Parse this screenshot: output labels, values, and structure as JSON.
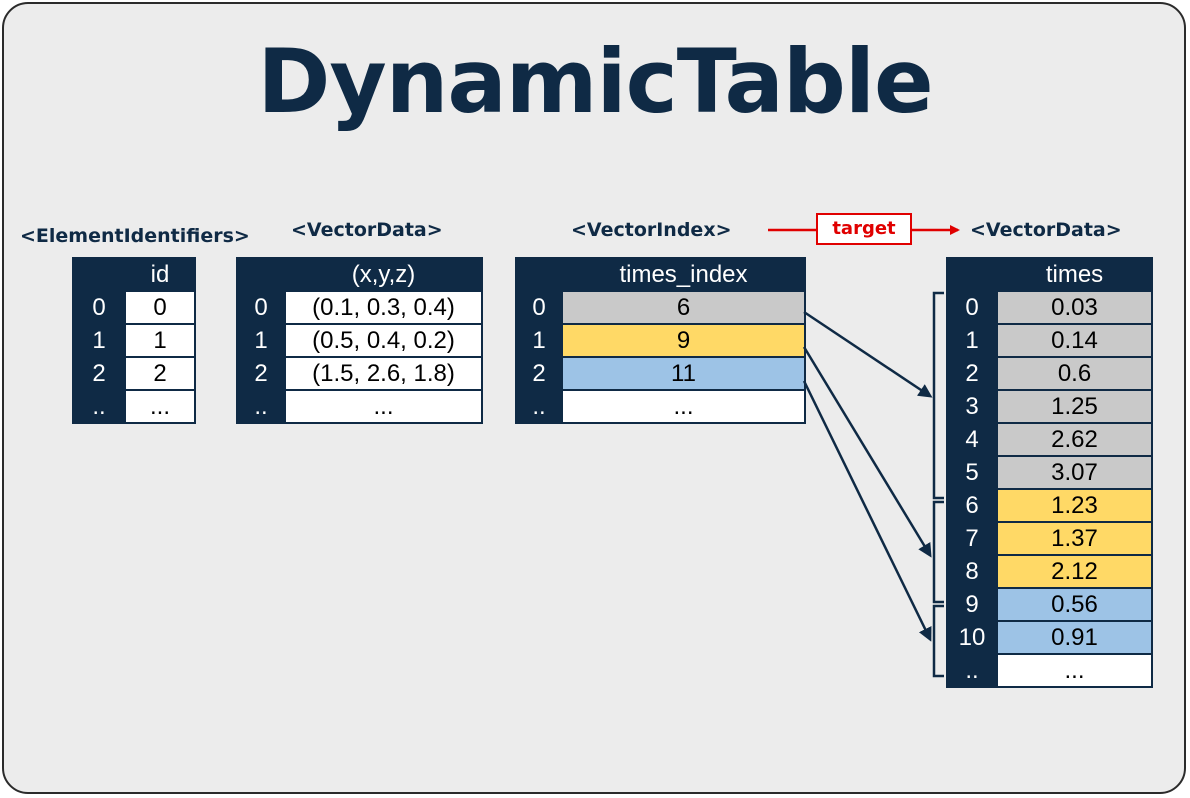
{
  "title": "DynamicTable",
  "element_ids": {
    "label": "<ElementIdentifiers>",
    "header": "id",
    "rows": [
      {
        "index": "0",
        "value": "0"
      },
      {
        "index": "1",
        "value": "1"
      },
      {
        "index": "2",
        "value": "2"
      },
      {
        "index": "..",
        "value": "..."
      }
    ]
  },
  "vector_data_xyz": {
    "label": "<VectorData>",
    "header": "(x,y,z)",
    "rows": [
      {
        "index": "0",
        "value": "(0.1, 0.3, 0.4)"
      },
      {
        "index": "1",
        "value": "(0.5, 0.4, 0.2)"
      },
      {
        "index": "2",
        "value": "(1.5, 2.6, 1.8)"
      },
      {
        "index": "..",
        "value": "..."
      }
    ]
  },
  "vector_index": {
    "label": "<VectorIndex>",
    "header": "times_index",
    "rows": [
      {
        "index": "0",
        "value": "6"
      },
      {
        "index": "1",
        "value": "9"
      },
      {
        "index": "2",
        "value": "11"
      },
      {
        "index": "..",
        "value": "..."
      }
    ]
  },
  "target_label": "target",
  "vector_data_times": {
    "label": "<VectorData>",
    "header": "times",
    "rows": [
      {
        "index": "0",
        "value": "0.03"
      },
      {
        "index": "1",
        "value": "0.14"
      },
      {
        "index": "2",
        "value": "0.6"
      },
      {
        "index": "3",
        "value": "1.25"
      },
      {
        "index": "4",
        "value": "2.62"
      },
      {
        "index": "5",
        "value": "3.07"
      },
      {
        "index": "6",
        "value": "1.23"
      },
      {
        "index": "7",
        "value": "1.37"
      },
      {
        "index": "8",
        "value": "2.12"
      },
      {
        "index": "9",
        "value": "0.56"
      },
      {
        "index": "10",
        "value": "0.91"
      },
      {
        "index": "..",
        "value": "..."
      }
    ]
  },
  "colors": {
    "navy": "#0f2a45",
    "group_gray": "#c9c9c9",
    "group_yellow": "#ffd966",
    "group_blue": "#9dc3e6",
    "target_red": "#e00000"
  }
}
